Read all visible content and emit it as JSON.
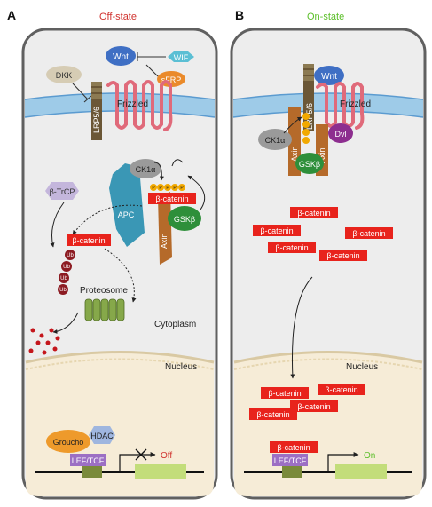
{
  "panels": {
    "left": {
      "letter": "A",
      "state_title": "Off-state",
      "state_color": "#d0312d"
    },
    "right": {
      "letter": "B",
      "state_title": "On-state",
      "state_color": "#5cbf2a"
    }
  },
  "labels": {
    "wnt": "Wnt",
    "wif": "WIF",
    "sfrp": "sFRP",
    "dkk": "DKK",
    "lrp": "LRP5/6",
    "frizzled": "Frizzled",
    "ck1": "CK1α",
    "apc": "APC",
    "axin": "Axin",
    "gsk": "GSKβ",
    "gsk_on": "GSKβ",
    "beta_catenin": "β-catenin",
    "btrcp": "β-TrCP",
    "ub": "Ub",
    "p": "P",
    "proteosome": "Proteosome",
    "cytoplasm": "Cytoplasm",
    "nucleus": "Nucleus",
    "groucho": "Groucho",
    "hdac": "HDAC",
    "lef_tcf": "LEF/TCF",
    "off": "Off",
    "on": "On",
    "dvl": "Dvl",
    "lrp_on": "LRP5/6"
  },
  "colors": {
    "cell_fill": "#ededed",
    "cell_border": "#606060",
    "membrane": "#9ecbe8",
    "membrane_line": "#5b9bd0",
    "nucleus_fill": "#f6ecd7",
    "beta_catenin": "#e8231c",
    "wnt": "#3f6fc4",
    "wif": "#5bbfd4",
    "sfrp": "#ea8a2a",
    "dkk": "#d6ccb4",
    "lrp": "#6b5736",
    "frizzled": "#e06a7a",
    "ck1": "#9a9a9a",
    "apc": "#3a97b5",
    "axin": "#b56a2a",
    "gsk": "#2e8f3a",
    "btrcp": "#c4b6dc",
    "ub": "#8c1b22",
    "phospho": "#f2a900",
    "proteosome": "#86a84a",
    "groucho": "#ee9a2b",
    "hdac": "#9fb6df",
    "lef_tcf": "#9c6fc4",
    "dvl": "#8d2e8f",
    "dna_block": "#7a8a3a",
    "gene_block": "#c3dd7a"
  }
}
